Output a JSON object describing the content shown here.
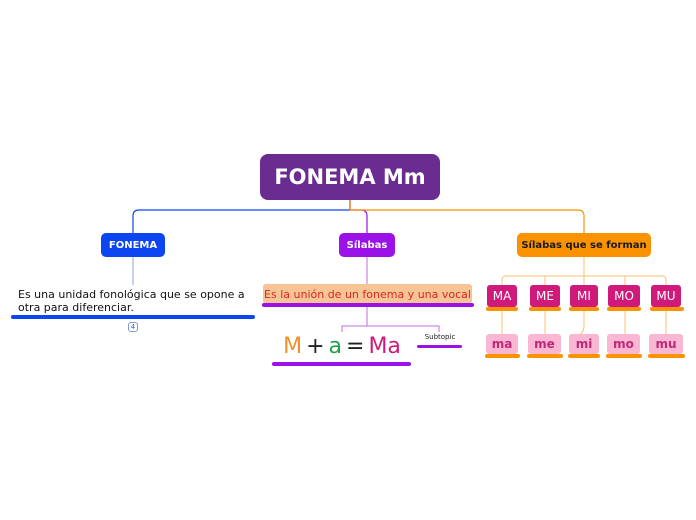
{
  "root": {
    "title": "FONEMA Mm"
  },
  "branches": {
    "fonema": {
      "label": "FONEMA",
      "definition": "Es una unidad fonológica que se opone a otra para diferenciar.",
      "badge": "4"
    },
    "silabas": {
      "label": "Sílabas",
      "union_text": "Es la unión de un fonema y una vocal",
      "formula": {
        "consonant": "M",
        "plus": "+",
        "vowel": "a",
        "equals": "=",
        "result": "Ma"
      },
      "subtopic": "Subtopic"
    },
    "silabas_forman": {
      "label": "Sílabas que se forman",
      "uppercase": [
        "MA",
        "ME",
        "MI",
        "MO",
        "MU"
      ],
      "lowercase": [
        "ma",
        "me",
        "mi",
        "mo",
        "mu"
      ]
    }
  },
  "colors": {
    "root": "#6a2c91",
    "fonema": "#0b46f0",
    "silabas": "#9a12e8",
    "silabas_forman": "#fb9200",
    "syllable_upper": "#d01a7b",
    "syllable_lower": "#f9b7d3",
    "formula_consonant": "#f0902a",
    "formula_vowel": "#23a14a",
    "formula_result": "#d01a7b"
  }
}
